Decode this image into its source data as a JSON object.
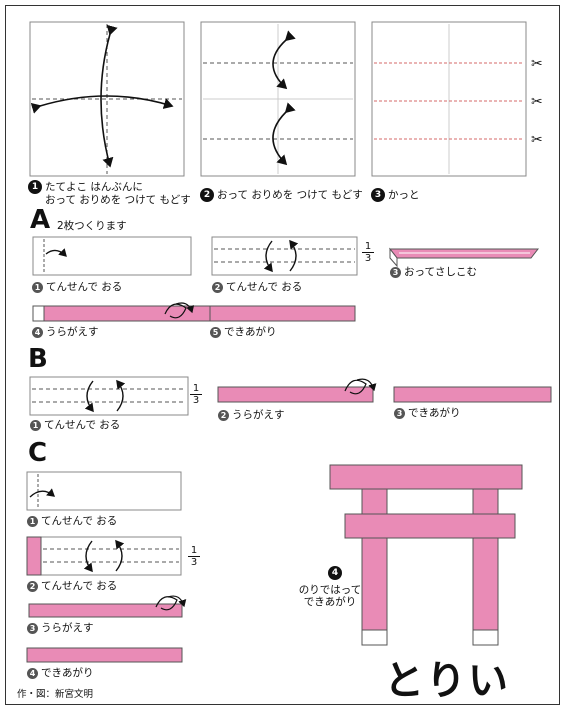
{
  "step1": {
    "num": "1",
    "line1": "たてよこ はんぶんに",
    "line2": "おって おりめを つけて もどす"
  },
  "step2": {
    "num": "2",
    "text": "おって おりめを つけて もどす"
  },
  "step3": {
    "num": "3",
    "text": "かっと"
  },
  "sectionA": {
    "letter": "A",
    "note": "2枚つくります",
    "s1": {
      "num": "1",
      "text": "てんせんで おる"
    },
    "s2": {
      "num": "2",
      "text": "てんせんで おる"
    },
    "s3": {
      "num": "3",
      "text": "おってさしこむ"
    },
    "s4": {
      "num": "4",
      "text": "うらがえす"
    },
    "s5": {
      "num": "5",
      "text": "できあがり"
    },
    "frac": {
      "top": "1",
      "bottom": "3"
    }
  },
  "sectionB": {
    "letter": "B",
    "s1": {
      "num": "1",
      "text": "てんせんで おる"
    },
    "s2": {
      "num": "2",
      "text": "うらがえす"
    },
    "s3": {
      "num": "3",
      "text": "できあがり"
    },
    "frac": {
      "top": "1",
      "bottom": "3"
    }
  },
  "sectionC": {
    "letter": "C",
    "s1": {
      "num": "1",
      "text": "てんせんで おる"
    },
    "s2": {
      "num": "2",
      "text": "てんせんで おる"
    },
    "s3": {
      "num": "3",
      "text": "うらがえす"
    },
    "s4": {
      "num": "4",
      "text": "できあがり"
    },
    "frac": {
      "top": "1",
      "bottom": "3"
    }
  },
  "finish": {
    "num": "4",
    "line1": "のりではって",
    "line2": "できあがり"
  },
  "title": "とりい",
  "credit": "作・図：新宮文明",
  "colors": {
    "pink": "#e98bb6",
    "border": "#333333",
    "fold_red": "#d46a6a"
  }
}
